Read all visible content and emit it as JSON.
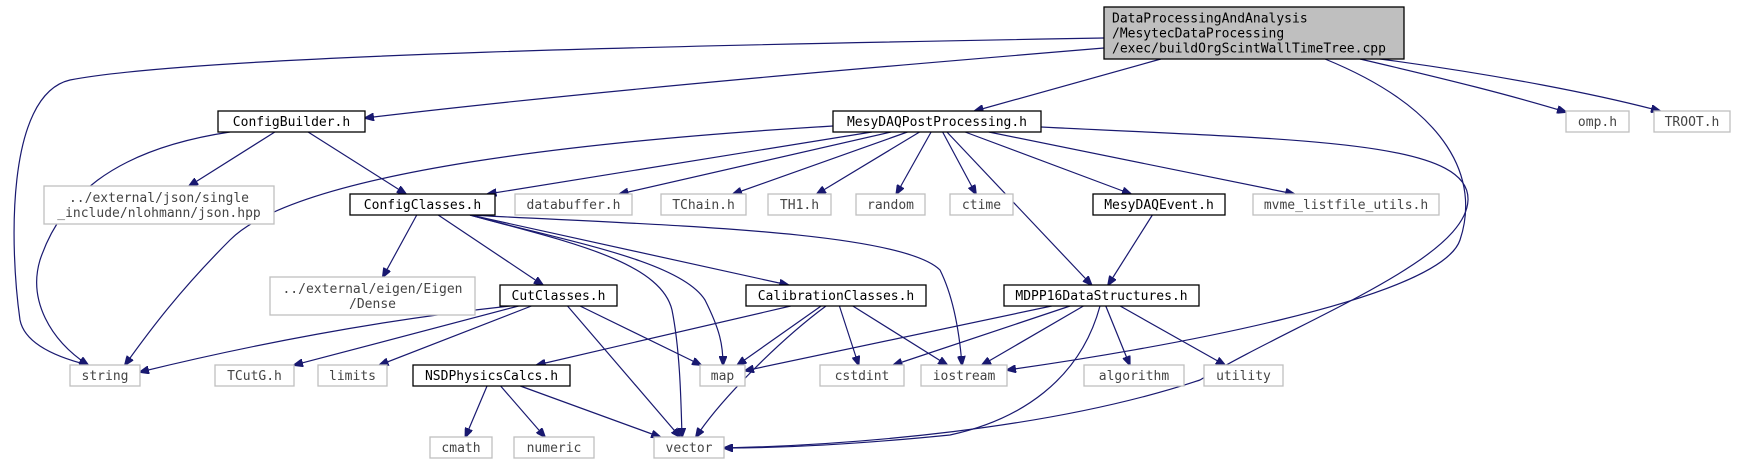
{
  "title_lines": [
    "DataProcessingAndAnalysis",
    "/MesytecDataProcessing",
    "/exec/buildOrgScintWallTimeTree.cpp"
  ],
  "colors": {
    "edge": "#191970",
    "root_fill": "#bfbfbf",
    "documented_border": "#000000",
    "external_border": "#bfbfbf"
  },
  "nodes": {
    "root": {
      "lines": [
        "DataProcessingAndAnalysis",
        "/MesytecDataProcessing",
        "/exec/buildOrgScintWallTimeTree.cpp"
      ],
      "kind": "root"
    },
    "configbuilder": {
      "lines": [
        "ConfigBuilder.h"
      ],
      "kind": "documented"
    },
    "mesydaqpost": {
      "lines": [
        "MesyDAQPostProcessing.h"
      ],
      "kind": "documented"
    },
    "omp": {
      "lines": [
        "omp.h"
      ],
      "kind": "external"
    },
    "troot": {
      "lines": [
        "TROOT.h"
      ],
      "kind": "external"
    },
    "json": {
      "lines": [
        "../external/json/single",
        "_include/nlohmann/json.hpp"
      ],
      "kind": "external"
    },
    "configclasses": {
      "lines": [
        "ConfigClasses.h"
      ],
      "kind": "documented"
    },
    "databuffer": {
      "lines": [
        "databuffer.h"
      ],
      "kind": "external"
    },
    "tchain": {
      "lines": [
        "TChain.h"
      ],
      "kind": "external"
    },
    "th1": {
      "lines": [
        "TH1.h"
      ],
      "kind": "external"
    },
    "random": {
      "lines": [
        "random"
      ],
      "kind": "external"
    },
    "ctime": {
      "lines": [
        "ctime"
      ],
      "kind": "external"
    },
    "mesydaqevent": {
      "lines": [
        "MesyDAQEvent.h"
      ],
      "kind": "documented"
    },
    "mvme": {
      "lines": [
        "mvme_listfile_utils.h"
      ],
      "kind": "external"
    },
    "eigen": {
      "lines": [
        "../external/eigen/Eigen",
        "/Dense"
      ],
      "kind": "external"
    },
    "cutclasses": {
      "lines": [
        "CutClasses.h"
      ],
      "kind": "documented"
    },
    "calibration": {
      "lines": [
        "CalibrationClasses.h"
      ],
      "kind": "documented"
    },
    "mdpp16": {
      "lines": [
        "MDPP16DataStructures.h"
      ],
      "kind": "documented"
    },
    "string": {
      "lines": [
        "string"
      ],
      "kind": "external"
    },
    "tcutg": {
      "lines": [
        "TCutG.h"
      ],
      "kind": "external"
    },
    "limits": {
      "lines": [
        "limits"
      ],
      "kind": "external"
    },
    "nsdphysics": {
      "lines": [
        "NSDPhysicsCalcs.h"
      ],
      "kind": "documented"
    },
    "map": {
      "lines": [
        "map"
      ],
      "kind": "external"
    },
    "cstdint": {
      "lines": [
        "cstdint"
      ],
      "kind": "external"
    },
    "iostream": {
      "lines": [
        "iostream"
      ],
      "kind": "external"
    },
    "algorithm": {
      "lines": [
        "algorithm"
      ],
      "kind": "external"
    },
    "utility": {
      "lines": [
        "utility"
      ],
      "kind": "external"
    },
    "cmath": {
      "lines": [
        "cmath"
      ],
      "kind": "external"
    },
    "numeric": {
      "lines": [
        "numeric"
      ],
      "kind": "external"
    },
    "vector": {
      "lines": [
        "vector"
      ],
      "kind": "external"
    }
  },
  "edges": [
    [
      "root",
      "string"
    ],
    [
      "root",
      "configbuilder"
    ],
    [
      "root",
      "mesydaqpost"
    ],
    [
      "root",
      "iostream"
    ],
    [
      "root",
      "omp"
    ],
    [
      "root",
      "troot"
    ],
    [
      "configbuilder",
      "string"
    ],
    [
      "configbuilder",
      "json"
    ],
    [
      "configbuilder",
      "configclasses"
    ],
    [
      "mesydaqpost",
      "string"
    ],
    [
      "mesydaqpost",
      "configclasses"
    ],
    [
      "mesydaqpost",
      "databuffer"
    ],
    [
      "mesydaqpost",
      "tchain"
    ],
    [
      "mesydaqpost",
      "th1"
    ],
    [
      "mesydaqpost",
      "random"
    ],
    [
      "mesydaqpost",
      "ctime"
    ],
    [
      "mesydaqpost",
      "mesydaqevent"
    ],
    [
      "mesydaqpost",
      "mvme"
    ],
    [
      "mesydaqpost",
      "mdpp16"
    ],
    [
      "mesydaqpost",
      "vector"
    ],
    [
      "configclasses",
      "eigen"
    ],
    [
      "configclasses",
      "cutclasses"
    ],
    [
      "configclasses",
      "calibration"
    ],
    [
      "configclasses",
      "map"
    ],
    [
      "configclasses",
      "vector"
    ],
    [
      "configclasses",
      "iostream"
    ],
    [
      "mesydaqevent",
      "mdpp16"
    ],
    [
      "cutclasses",
      "string"
    ],
    [
      "cutclasses",
      "tcutg"
    ],
    [
      "cutclasses",
      "limits"
    ],
    [
      "cutclasses",
      "map"
    ],
    [
      "cutclasses",
      "vector"
    ],
    [
      "calibration",
      "nsdphysics"
    ],
    [
      "calibration",
      "map"
    ],
    [
      "calibration",
      "cstdint"
    ],
    [
      "calibration",
      "iostream"
    ],
    [
      "calibration",
      "vector"
    ],
    [
      "mdpp16",
      "map"
    ],
    [
      "mdpp16",
      "cstdint"
    ],
    [
      "mdpp16",
      "iostream"
    ],
    [
      "mdpp16",
      "algorithm"
    ],
    [
      "mdpp16",
      "utility"
    ],
    [
      "mdpp16",
      "vector"
    ],
    [
      "nsdphysics",
      "cmath"
    ],
    [
      "nsdphysics",
      "numeric"
    ],
    [
      "nsdphysics",
      "vector"
    ]
  ]
}
